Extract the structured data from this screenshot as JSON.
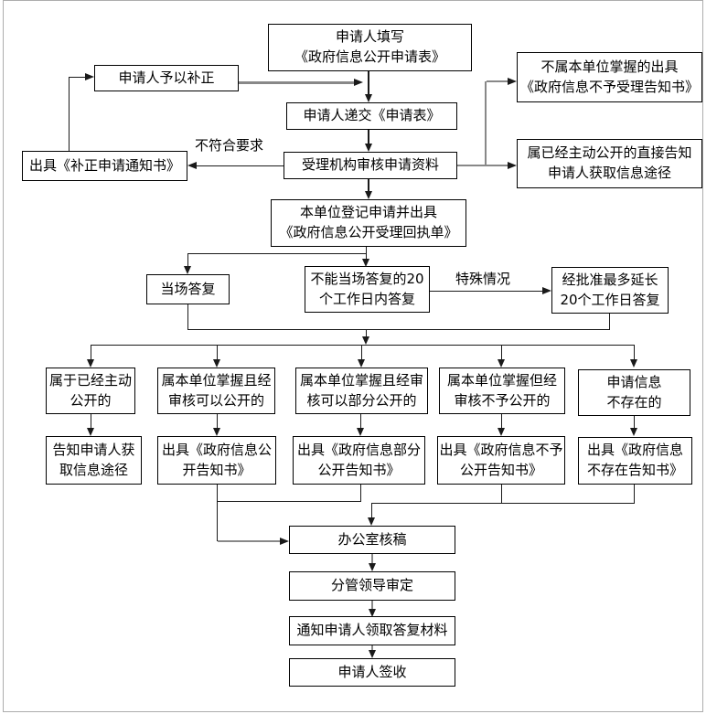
{
  "nodes": {
    "fill_form": "申请人填写\n《政府信息公开申请表》",
    "supplement": "申请人予以补正",
    "submit_form": "申请人递交《申请表》",
    "issue_supplement_notice": "出具《补正申请通知书》",
    "review": "受理机构审核申请资料",
    "not_held_notice": "不属本单位掌握的出具\n《政府信息不予受理告知书》",
    "already_public_notice": "属已经主动公开的直接告知\n申请人获取信息途径",
    "register": "本单位登记申请并出具\n《政府信息公开受理回执单》",
    "on_spot_reply": "当场答复",
    "reply_within_20": "不能当场答复的20\n个工作日内答复",
    "extend_20": "经批准最多延长\n20个工作日答复",
    "cond_already_public": "属于已经主动\n公开的",
    "cond_can_public": "属本单位掌握且经\n审核可以公开的",
    "cond_partial_public": "属本单位掌握且经审\n核可以部分公开的",
    "cond_not_public": "属本单位掌握但经\n审核不予公开的",
    "cond_not_exist": "申请信息\n不存在的",
    "out_inform_way": "告知申请人获\n取信息途径",
    "out_public_notice": "出具《政府信息公\n开告知书》",
    "out_partial_notice": "出具《政府信息部分\n公开告知书》",
    "out_refuse_notice": "出具《政府信息不予\n公开告知书》",
    "out_not_exist_notice": "出具《政府信息\n不存在告知书》",
    "office_check": "办公室核稿",
    "leader_approve": "分管领导审定",
    "notify_pickup": "通知申请人领取答复材料",
    "sign_receive": "申请人签收"
  },
  "edge_labels": {
    "not_meet_requirement": "不符合要求",
    "special_case": "特殊情况"
  },
  "colors": {
    "box_border": "#000000",
    "line": "#1a1a1a",
    "gray_line": "#888888",
    "frame": "#adadad",
    "background": "#ffffff"
  }
}
